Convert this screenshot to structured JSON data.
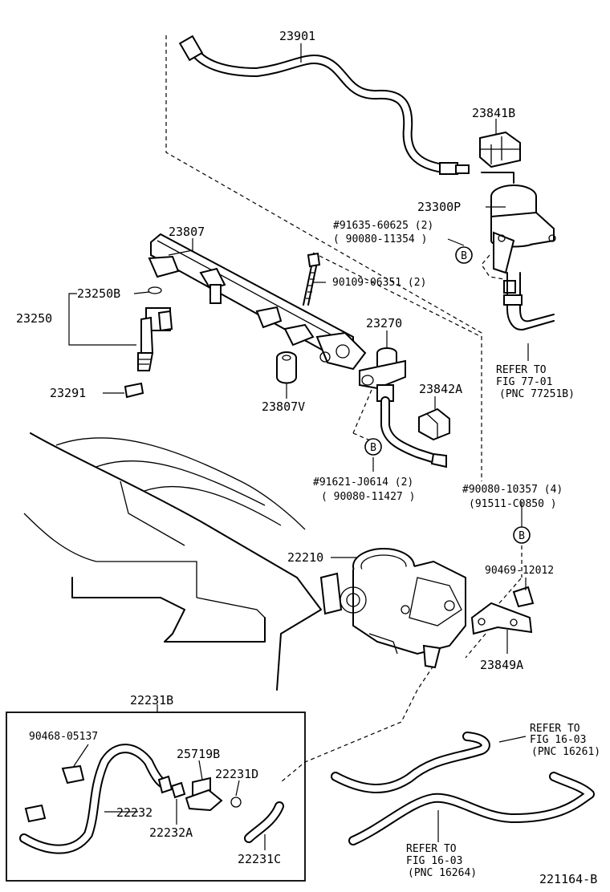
{
  "diagram": {
    "drawing_number": "221164-B",
    "labels": {
      "p23901": "23901",
      "p23841B": "23841B",
      "p23300P": "23300P",
      "p23807": "23807",
      "p23250B": "23250B",
      "p23250": "23250",
      "p23291": "23291",
      "p23807V": "23807V",
      "p90109": "90109-06351 (2)",
      "p91635": "#91635-60625 (2)",
      "p90080_11354": "( 90080-11354 )",
      "p23270": "23270",
      "p23842A": "23842A",
      "p91621": "#91621-J0614 (2)",
      "p90080_11427": "( 90080-11427 )",
      "p90080_10357": "#90080-10357 (4)",
      "p91511": "(91511-C0850 )",
      "p22210": "22210",
      "p90469": "90469-12012",
      "p23849A": "23849A",
      "p22231B": "22231B",
      "p90468": "90468-05137",
      "p25719B": "25719B",
      "p22231D": "22231D",
      "p22232": "22232",
      "p22232A": "22232A",
      "p22231C": "22231C"
    },
    "ref_marker": "B",
    "references": [
      {
        "line1": "REFER TO",
        "line2": "FIG 77-01",
        "line3": "(PNC 77251B)"
      },
      {
        "line1": "REFER TO",
        "line2": "FIG 16-03",
        "line3": "(PNC 16261)"
      },
      {
        "line1": "REFER TO",
        "line2": "FIG 16-03",
        "line3": "(PNC 16264)"
      }
    ]
  }
}
